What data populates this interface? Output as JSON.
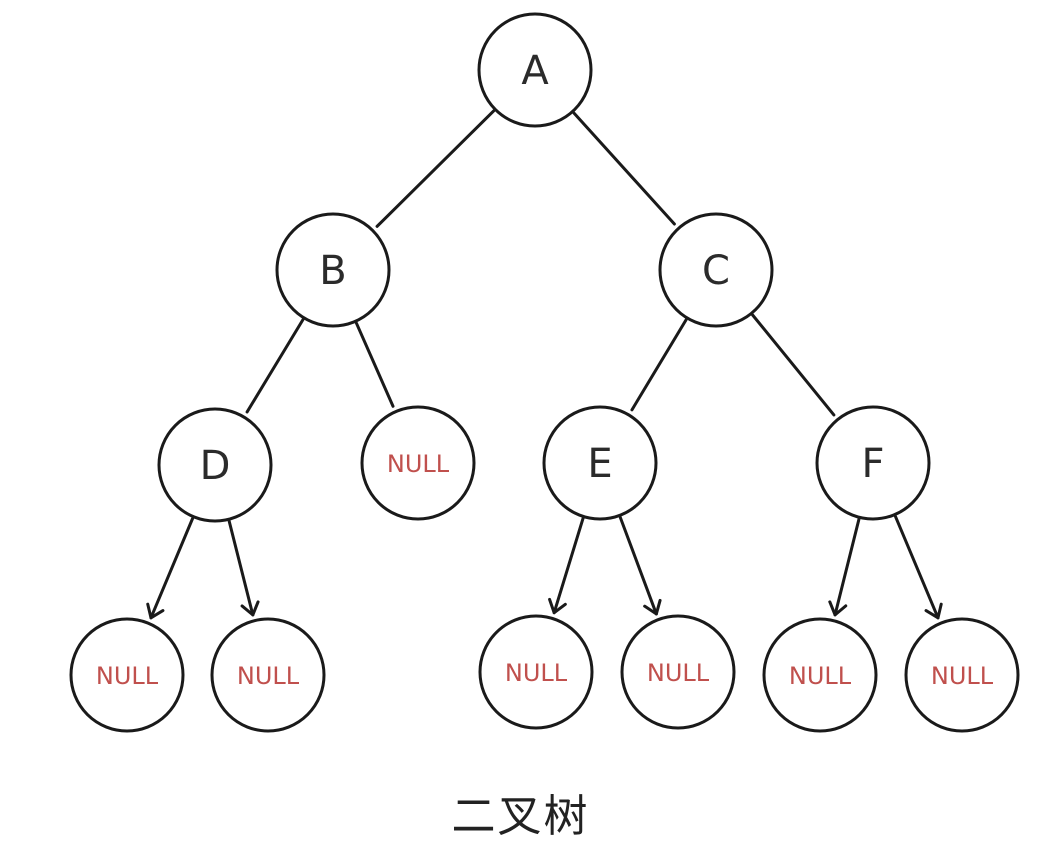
{
  "caption": "二叉树",
  "colors": {
    "stroke": "#1a1a1a",
    "label": "#2b2b2b",
    "null_text": "#c0504d"
  },
  "nodes": [
    {
      "id": "A",
      "label": "A",
      "is_null": false
    },
    {
      "id": "B",
      "label": "B",
      "is_null": false
    },
    {
      "id": "C",
      "label": "C",
      "is_null": false
    },
    {
      "id": "D",
      "label": "D",
      "is_null": false
    },
    {
      "id": "B_R",
      "label": "NULL",
      "is_null": true
    },
    {
      "id": "E",
      "label": "E",
      "is_null": false
    },
    {
      "id": "F",
      "label": "F",
      "is_null": false
    },
    {
      "id": "D_L",
      "label": "NULL",
      "is_null": true
    },
    {
      "id": "D_R",
      "label": "NULL",
      "is_null": true
    },
    {
      "id": "E_L",
      "label": "NULL",
      "is_null": true
    },
    {
      "id": "E_R",
      "label": "NULL",
      "is_null": true
    },
    {
      "id": "F_L",
      "label": "NULL",
      "is_null": true
    },
    {
      "id": "F_R",
      "label": "NULL",
      "is_null": true
    }
  ],
  "edges": [
    {
      "from": "A",
      "to": "B",
      "arrow": false
    },
    {
      "from": "A",
      "to": "C",
      "arrow": false
    },
    {
      "from": "B",
      "to": "D",
      "arrow": false
    },
    {
      "from": "B",
      "to": "B_R",
      "arrow": false
    },
    {
      "from": "C",
      "to": "E",
      "arrow": false
    },
    {
      "from": "C",
      "to": "F",
      "arrow": false
    },
    {
      "from": "D",
      "to": "D_L",
      "arrow": true
    },
    {
      "from": "D",
      "to": "D_R",
      "arrow": true
    },
    {
      "from": "E",
      "to": "E_L",
      "arrow": true
    },
    {
      "from": "E",
      "to": "E_R",
      "arrow": true
    },
    {
      "from": "F",
      "to": "F_L",
      "arrow": true
    },
    {
      "from": "F",
      "to": "F_R",
      "arrow": true
    }
  ]
}
